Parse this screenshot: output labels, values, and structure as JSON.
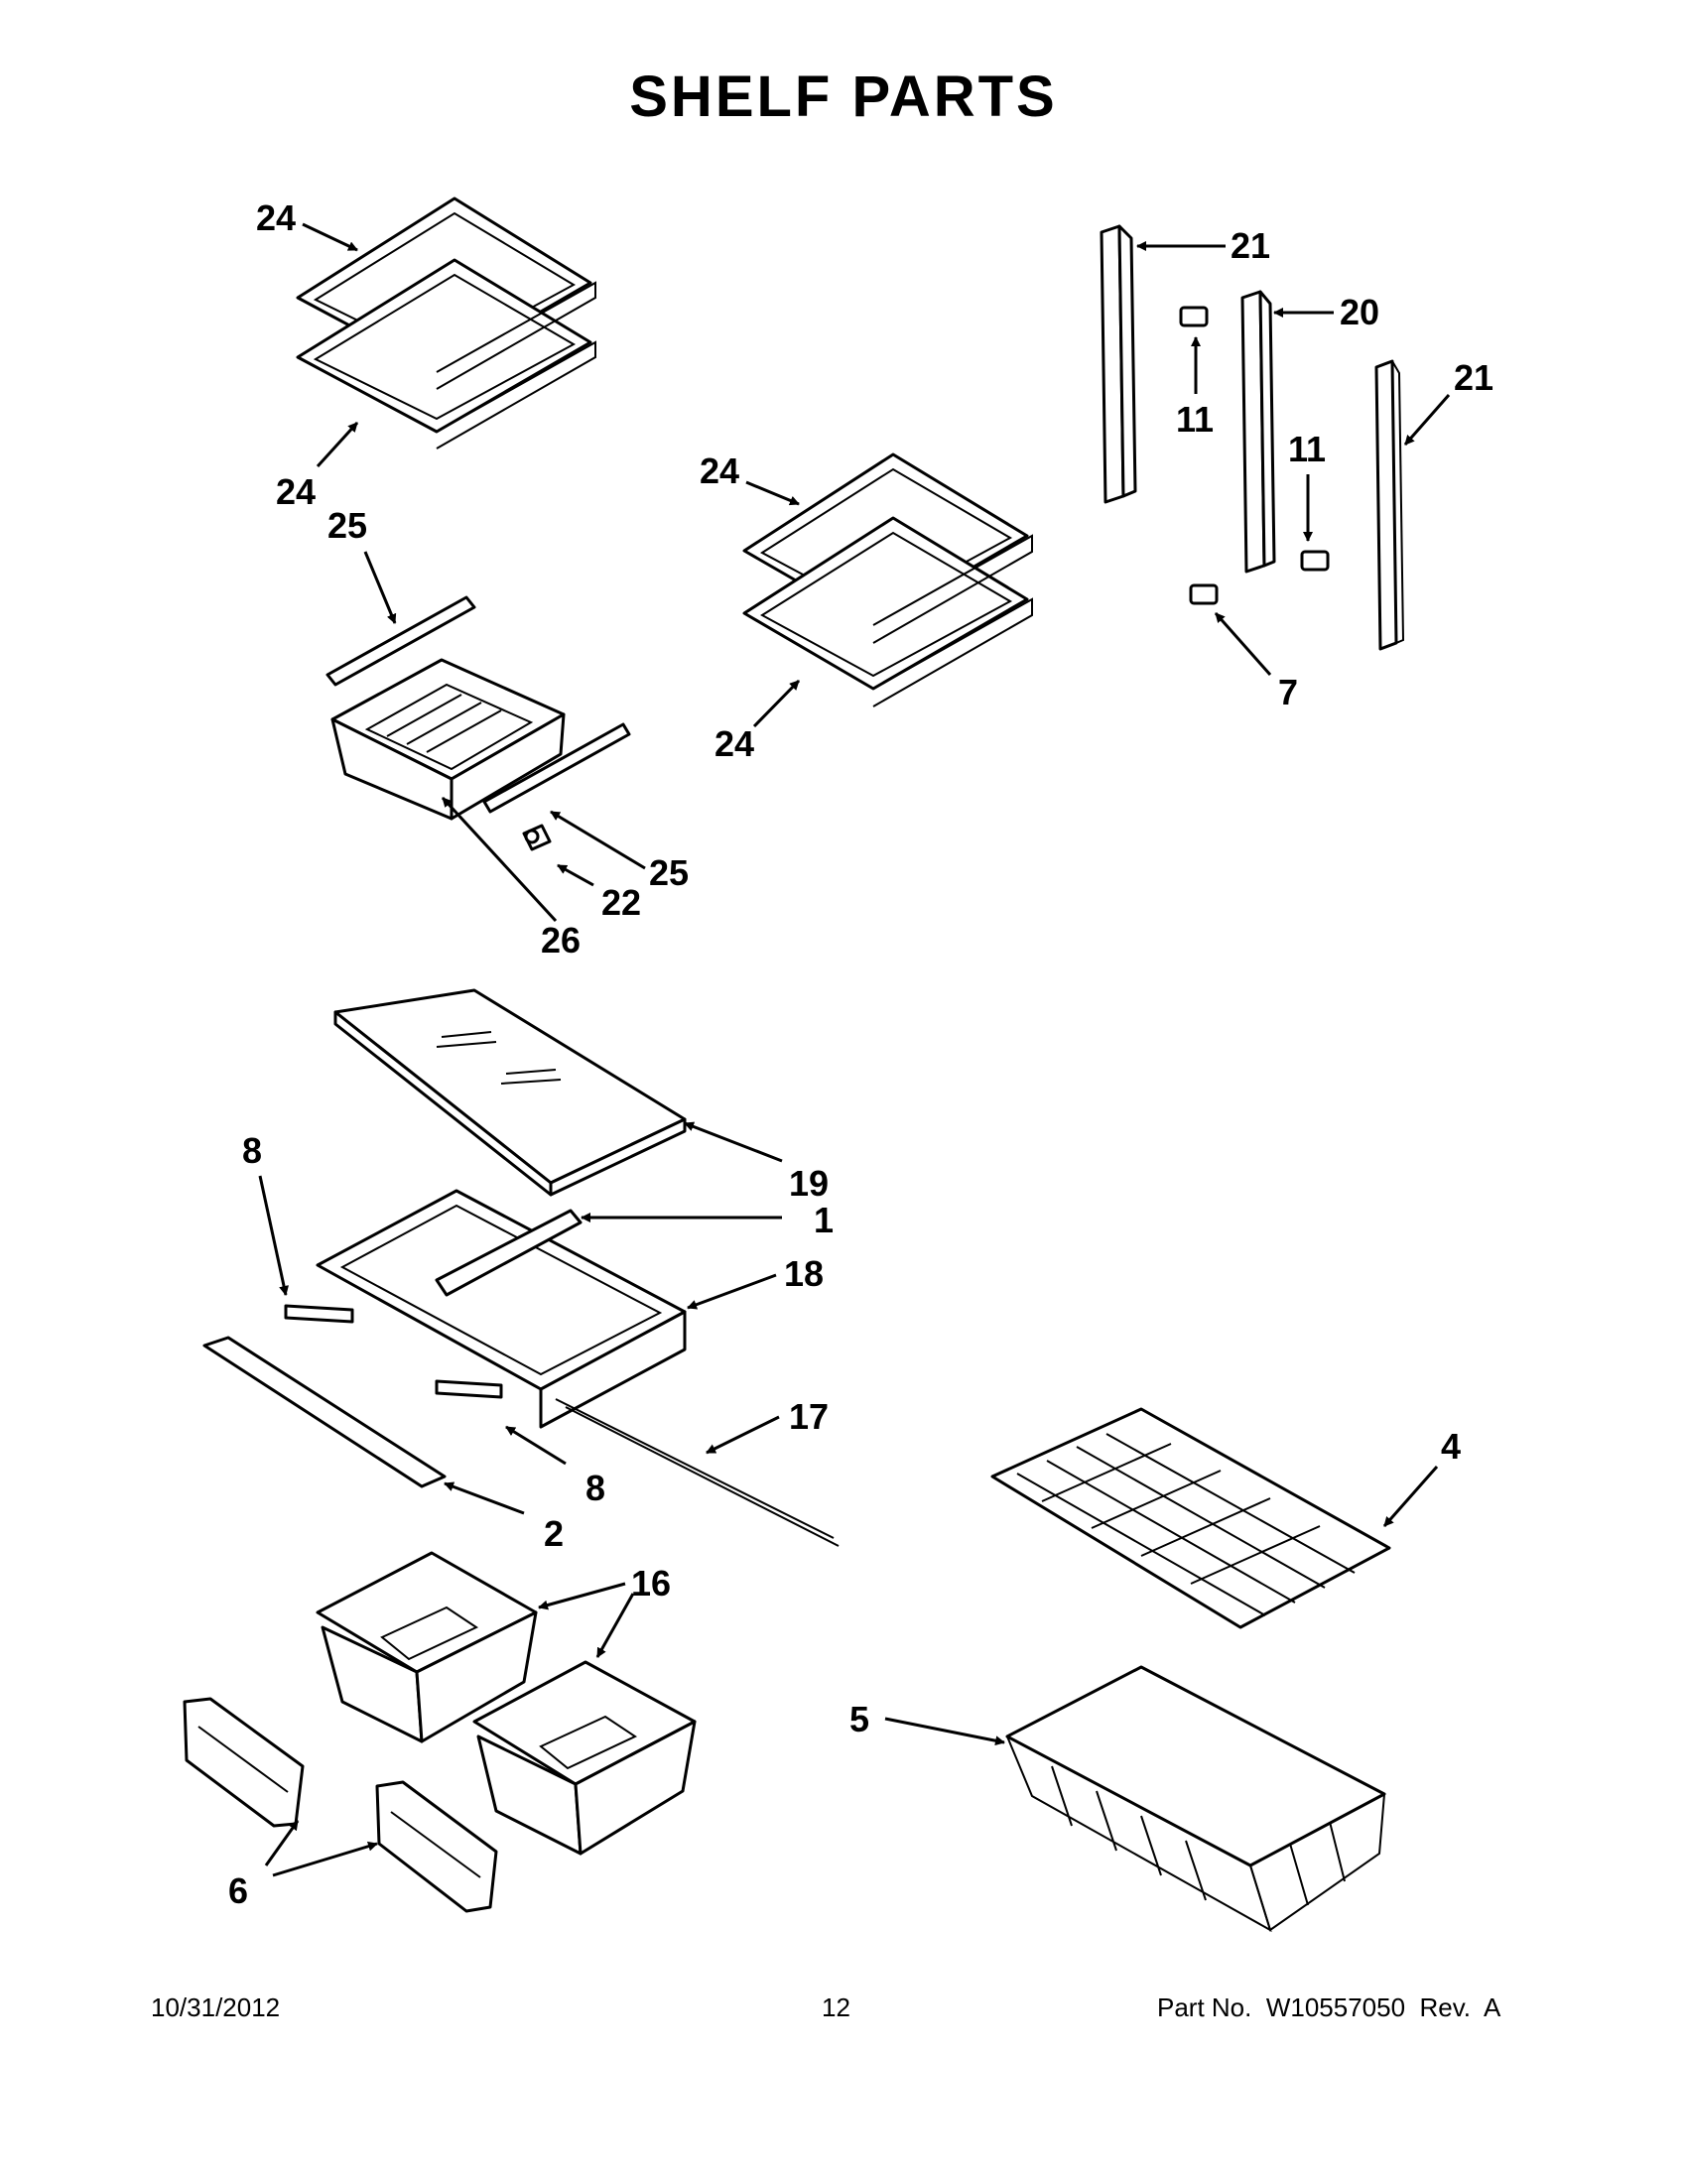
{
  "page": {
    "title": "SHELF PARTS",
    "date": "10/31/2012",
    "page_number": "12",
    "part_info": "Part No.  W10557050  Rev.  A"
  },
  "callouts": {
    "c24a": "24",
    "c24b": "24",
    "c24c": "24",
    "c24d": "24",
    "c25a": "25",
    "c25b": "25",
    "c26": "26",
    "c22": "22",
    "c21a": "21",
    "c20": "20",
    "c21b": "21",
    "c11a": "11",
    "c11b": "11",
    "c7": "7",
    "c19": "19",
    "c1": "1",
    "c18": "18",
    "c8a": "8",
    "c8b": "8",
    "c17": "17",
    "c2": "2",
    "c4": "4",
    "c16": "16",
    "c5": "5",
    "c6": "6"
  }
}
